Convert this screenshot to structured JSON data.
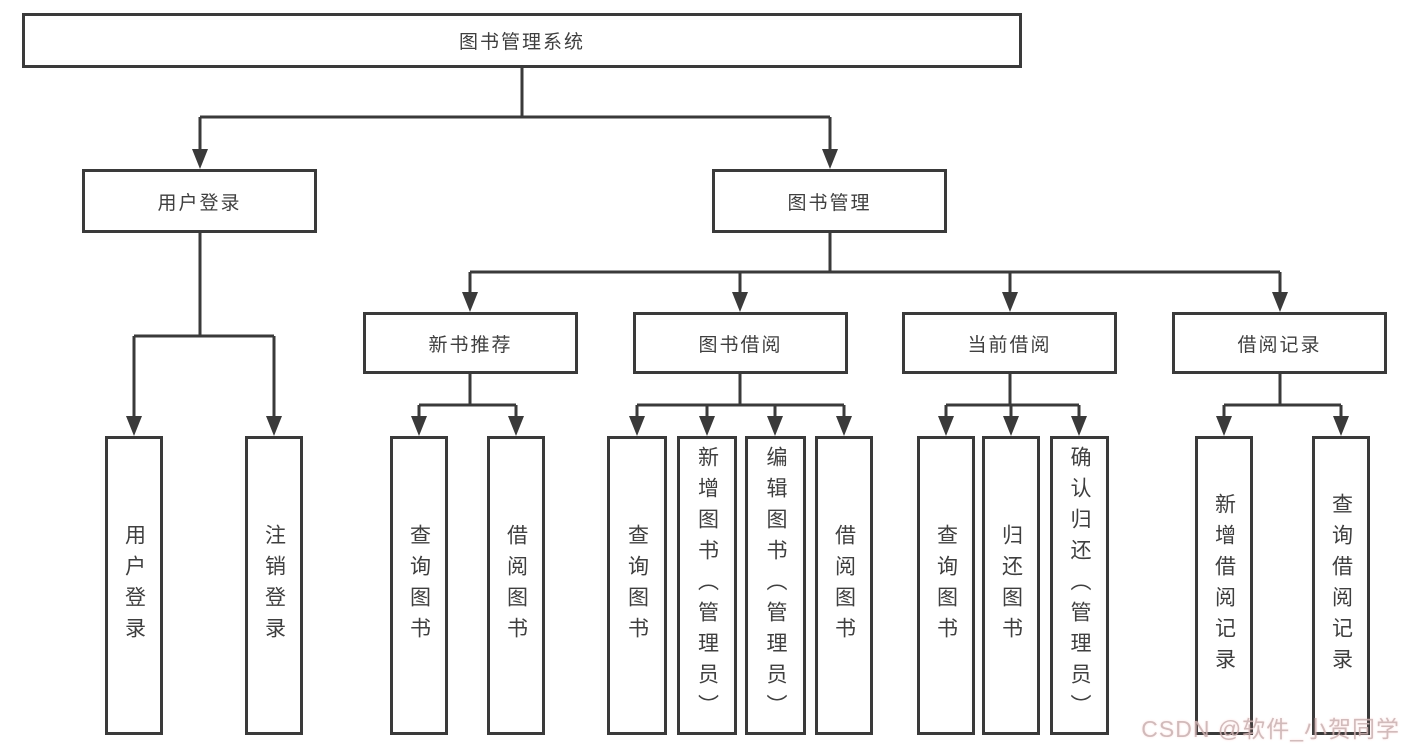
{
  "nodes": {
    "root": "图书管理系统",
    "user_login": "用户登录",
    "book_mgmt": "图书管理",
    "new_book": "新书推荐",
    "book_borrow": "图书借阅",
    "current_borrow": "当前借阅",
    "borrow_record": "借阅记录"
  },
  "leaves": {
    "user_login": [
      "用户登录",
      "注销登录"
    ],
    "new_book": [
      "查询图书",
      "借阅图书"
    ],
    "book_borrow": [
      "查询图书",
      "新增图书（管理员）",
      "编辑图书（管理员）",
      "借阅图书"
    ],
    "current_borrow": [
      "查询图书",
      "归还图书",
      "确认归还（管理员）"
    ],
    "borrow_record": [
      "新增借阅记录",
      "查询借阅记录"
    ]
  },
  "watermark": "CSDN @软件_小贺同学",
  "colors": {
    "line": "#3a3a3a",
    "text": "#3f3f3f",
    "watermark": "#c9b2b2",
    "background": "#ffffff"
  }
}
